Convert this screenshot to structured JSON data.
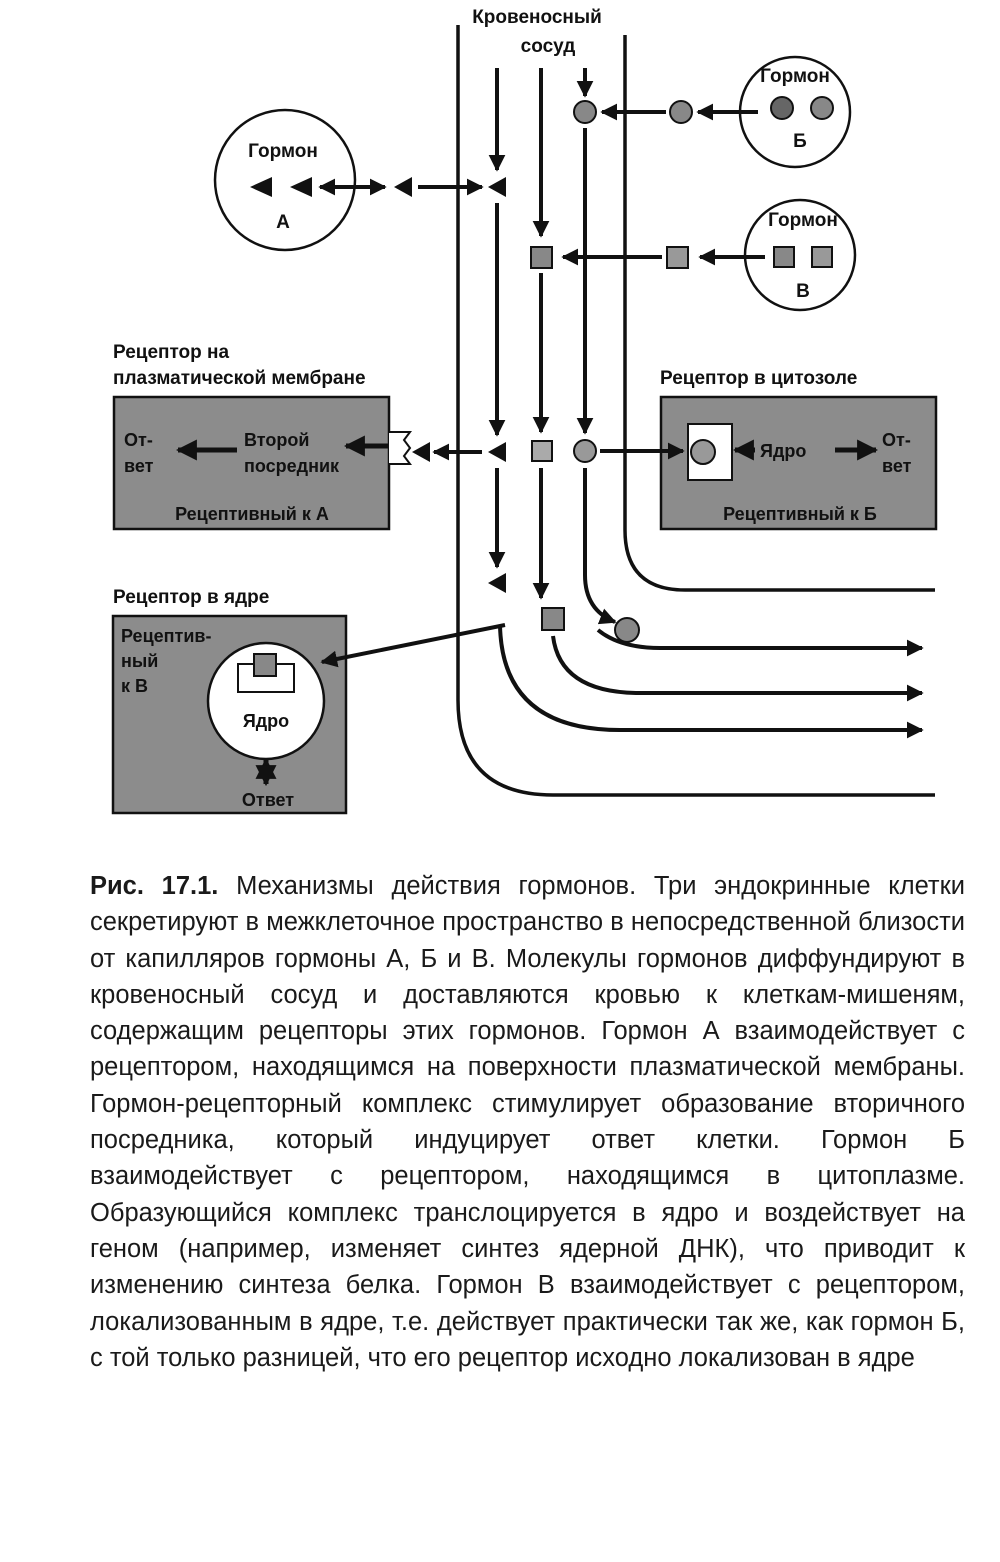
{
  "diagram": {
    "vessel_label": [
      "Кровеносный",
      "сосуд"
    ],
    "hormone_a": {
      "title": "Гормон",
      "letter": "А"
    },
    "hormone_b": {
      "title": "Гормон",
      "letter": "Б"
    },
    "hormone_v": {
      "title": "Гормон",
      "letter": "В"
    },
    "membrane_receptor": {
      "label": [
        "Рецептор на",
        "плазматической мембране"
      ],
      "response": [
        "От-",
        "вет"
      ],
      "second_messenger": [
        "Второй",
        "посредник"
      ],
      "footer": "Рецептивный к А"
    },
    "cytosol_receptor": {
      "label": "Рецептор в цитозоле",
      "nucleus": "Ядро",
      "response": [
        "От-",
        "вет"
      ],
      "footer": "Рецептивный к Б"
    },
    "nuclear_receptor": {
      "label": "Рецептор в ядре",
      "receptive": [
        "Рецептив-",
        "ный",
        "к В"
      ],
      "nucleus": "Ядро",
      "response": "Ответ"
    }
  },
  "caption": {
    "figure_number": "Рис. 17.1.",
    "text": "Механизмы действия гормонов. Три эндокринные клетки секретируют в межклеточное пространство в непосредственной близости от капилляров гормоны А, Б и В. Молекулы гормонов диффундируют в кровеносный сосуд и доставляются кровью к клеткам-мишеням, содержащим рецепторы этих гормонов. Гормон А взаимодействует с рецептором, находящимся на поверхности плазматической мембраны. Гормон-рецепторный комплекс стимулирует образование вторичного посредника, который индуцирует ответ клетки. Гормон Б взаимодействует с рецептором, находящимся в цитоплазме. Образующийся комплекс транслоцируется в ядро и воздействует на геном (например, изменяет синтез ядерной ДНК), что приводит к изменению синтеза белка. Гормон В взаимодействует с рецептором, локализованным в ядре, т.е. действует практически так же, как гормон Б, с той только разницей, что его рецептор исходно локализован в ядре"
  }
}
